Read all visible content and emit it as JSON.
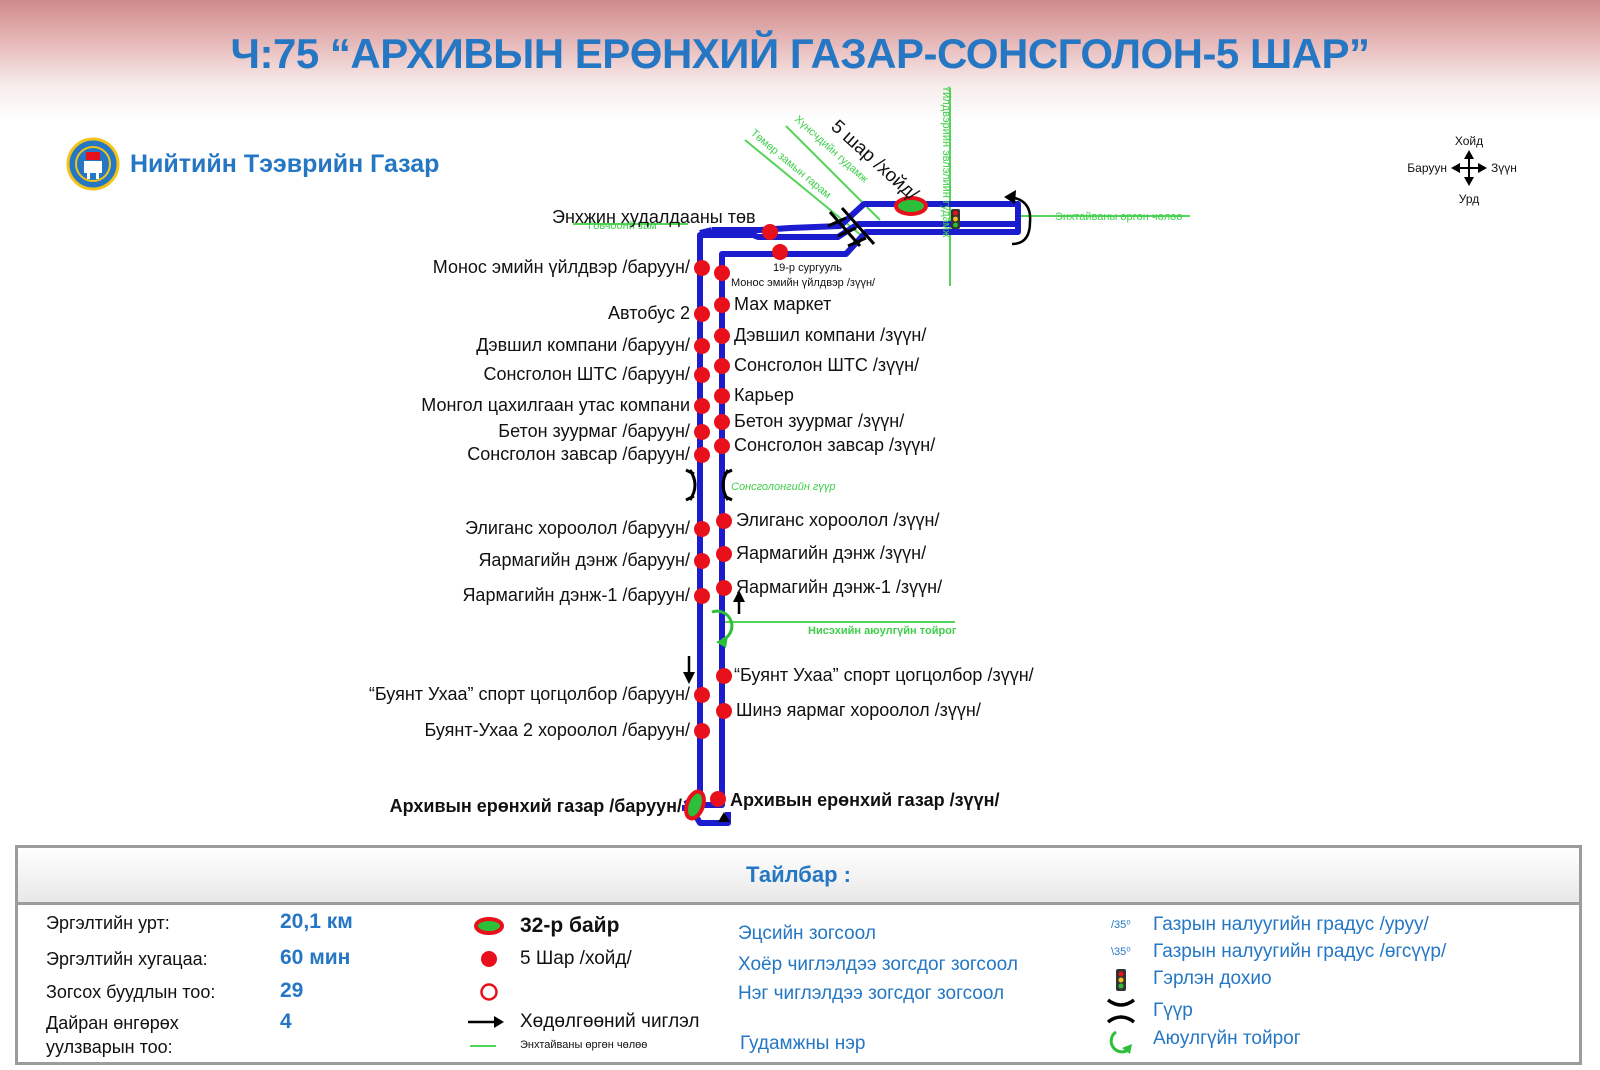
{
  "title": "Ч:75 “АРХИВЫН ЕРӨНХИЙ ГАЗАР-СОНСГОЛОН-5 ШАР”",
  "organization": "Нийтийн Тээврийн Газар",
  "colors": {
    "route": "#1c1ccf",
    "stop": "#e8101a",
    "terminal_fill": "#2bbf3a",
    "street": "#55d35a",
    "title": "#2577c4",
    "street_label": "#3fcf4a"
  },
  "compass": {
    "north": "Хойд",
    "west": "Баруун",
    "east": "Зүүн",
    "south": "Урд"
  },
  "terminals": {
    "north": "5 шар /хойд/",
    "west": "Архивын ерөнхий газар /баруун/",
    "east": "Архивын ерөнхий газар /зүүн/"
  },
  "stops_west": [
    "Монос эмийн үйлдвэр /баруун/",
    "Автобус 2",
    "Дэвшил компани /баруун/",
    "Сонсголон ШТС /баруун/",
    "Монгол цахилгаан утас компани",
    "Бетон зуурмаг /баруун/",
    "Сонсголон завсар /баруун/",
    "Элиганс хороолол /баруун/",
    "Яармагийн дэнж /баруун/",
    "Яармагийн дэнж-1 /баруун/",
    "“Буянт Ухаа” спорт цогцолбор /баруун/",
    "Буянт-Ухаа 2 хороолол /баруун/"
  ],
  "stops_east": [
    "Монос эмийн үйлдвэр /зүүн/",
    "Мах маркет",
    "Дэвшил компани /зүүн/",
    "Сонсголон ШТС /зүүн/",
    "Карьер",
    "Бетон зуурмаг /зүүн/",
    "Сонсголон завсар /зүүн/",
    "Элиганс хороолол /зүүн/",
    "Яармагийн дэнж /зүүн/",
    "Яармагийн дэнж-1 /зүүн/",
    "“Буянт Ухаа” спорт цогцолбор /зүүн/",
    "Шинэ яармаг хороолол /зүүн/"
  ],
  "stops_top": [
    "Энхжин худалдааны төв",
    "19-р сургууль"
  ],
  "streets": {
    "s1": "Говчоонй зам",
    "s2": "Төмөр замын гарам",
    "s3": "Хүнсчдийн гудамж",
    "s4": "Үйлдвэрийн эвлэлийн гудамж",
    "s5": "Энхтайваны өргөн чөлөө",
    "s6": "Сонсголонгийн гүүр",
    "s7": "Нисэхийн аюулгүйн тойрог"
  },
  "legend": {
    "heading": "Тайлбар :",
    "stats": [
      {
        "label": "Эргэлтийн урт:",
        "value": "20,1 км"
      },
      {
        "label": "Эргэлтийн хугацаа:",
        "value": "60 мин"
      },
      {
        "label": "Зогсох буудлын тоо:",
        "value": "29"
      },
      {
        "label": "Дайран өнгөрөх",
        "label2": "уулзварын тоо:",
        "value": "4"
      }
    ],
    "terminal_key": "32-р байр",
    "stop_key": "5 Шар /хойд/",
    "direction_key": "Хөдөлгөөний чиглэл",
    "street_key": "Энхтайваны өргөн чөлөө",
    "final_stop": "Эцсийн зогсоол",
    "two_way_stop": "Хоёр чиглэлдээ зогсдог зогсоол",
    "one_way_stop": "Нэг чиглэлдээ зогсдог зогсоол",
    "street_name": "Гудамжны нэр",
    "slope_down_deg": "/35⁰",
    "slope_up_deg": "\\35⁰",
    "slope_down": "Газрын налуугийн градус /уруу/",
    "slope_up": "Газрын налуугийн градус /өгсүүр/",
    "traffic_light": "Гэрлэн дохио",
    "bridge": "Гүүр",
    "roundabout": "Аюулгүйн тойрог"
  }
}
